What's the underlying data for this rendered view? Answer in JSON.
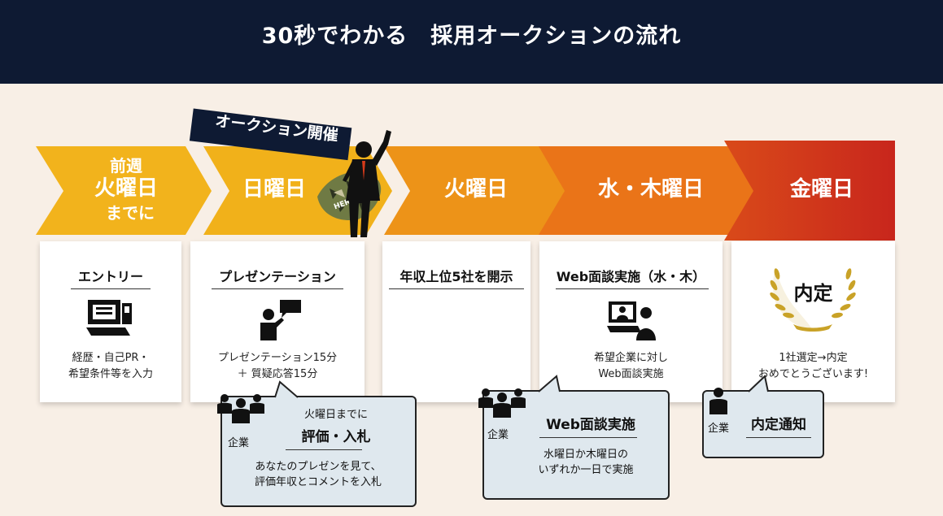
{
  "header": {
    "title": "30秒でわかる　採用オークションの流れ"
  },
  "banner": {
    "label": "オークション開催"
  },
  "steps": [
    {
      "day_line1": "前週",
      "day_line2": "火曜日",
      "day_line3": "までに",
      "card_title": "エントリー",
      "card_text": "経歴・自己PR・\n希望条件等を入力",
      "icon": "computer-form-icon",
      "color": "#f2b11c"
    },
    {
      "day": "日曜日",
      "card_title": "プレゼンテーション",
      "card_text": "プレゼンテーション15分\n＋ 質疑応答15分",
      "icon": "presenter-icon",
      "color": "#f0b51a"
    },
    {
      "day": "火曜日",
      "card_title": "年収上位5社を開示",
      "card_text": "",
      "icon": "",
      "color": "#ed9318"
    },
    {
      "day": "水・木曜日",
      "card_title": "Web面談実施（水・木）",
      "card_text": "希望企業に対し\nWeb面談実施",
      "icon": "video-call-icon",
      "color": "#ea7418"
    },
    {
      "day": "金曜日",
      "card_title": "",
      "card_text": "1社選定→内定\nおめでとうございます!",
      "icon": "laurel-icon",
      "color": "#d63a1a"
    }
  ],
  "offer_emblem": {
    "label": "内定"
  },
  "bubbles": [
    {
      "company_label": "企業",
      "caption": "火曜日までに",
      "title": "評価・入札",
      "text": "あなたのプレゼンを見て、\n評価年収とコメントを入札"
    },
    {
      "company_label": "企業",
      "title": "Web面談実施",
      "text": "水曜日か木曜日の\nいずれか一日で実施"
    },
    {
      "company_label": "企業",
      "title": "内定通知"
    }
  ],
  "hero_badge": "HERO",
  "colors": {
    "header_bg": "#0e1a33",
    "page_bg": "#f8efe6",
    "bubble_bg": "#dfe8ee",
    "gold": "#c9a227"
  }
}
